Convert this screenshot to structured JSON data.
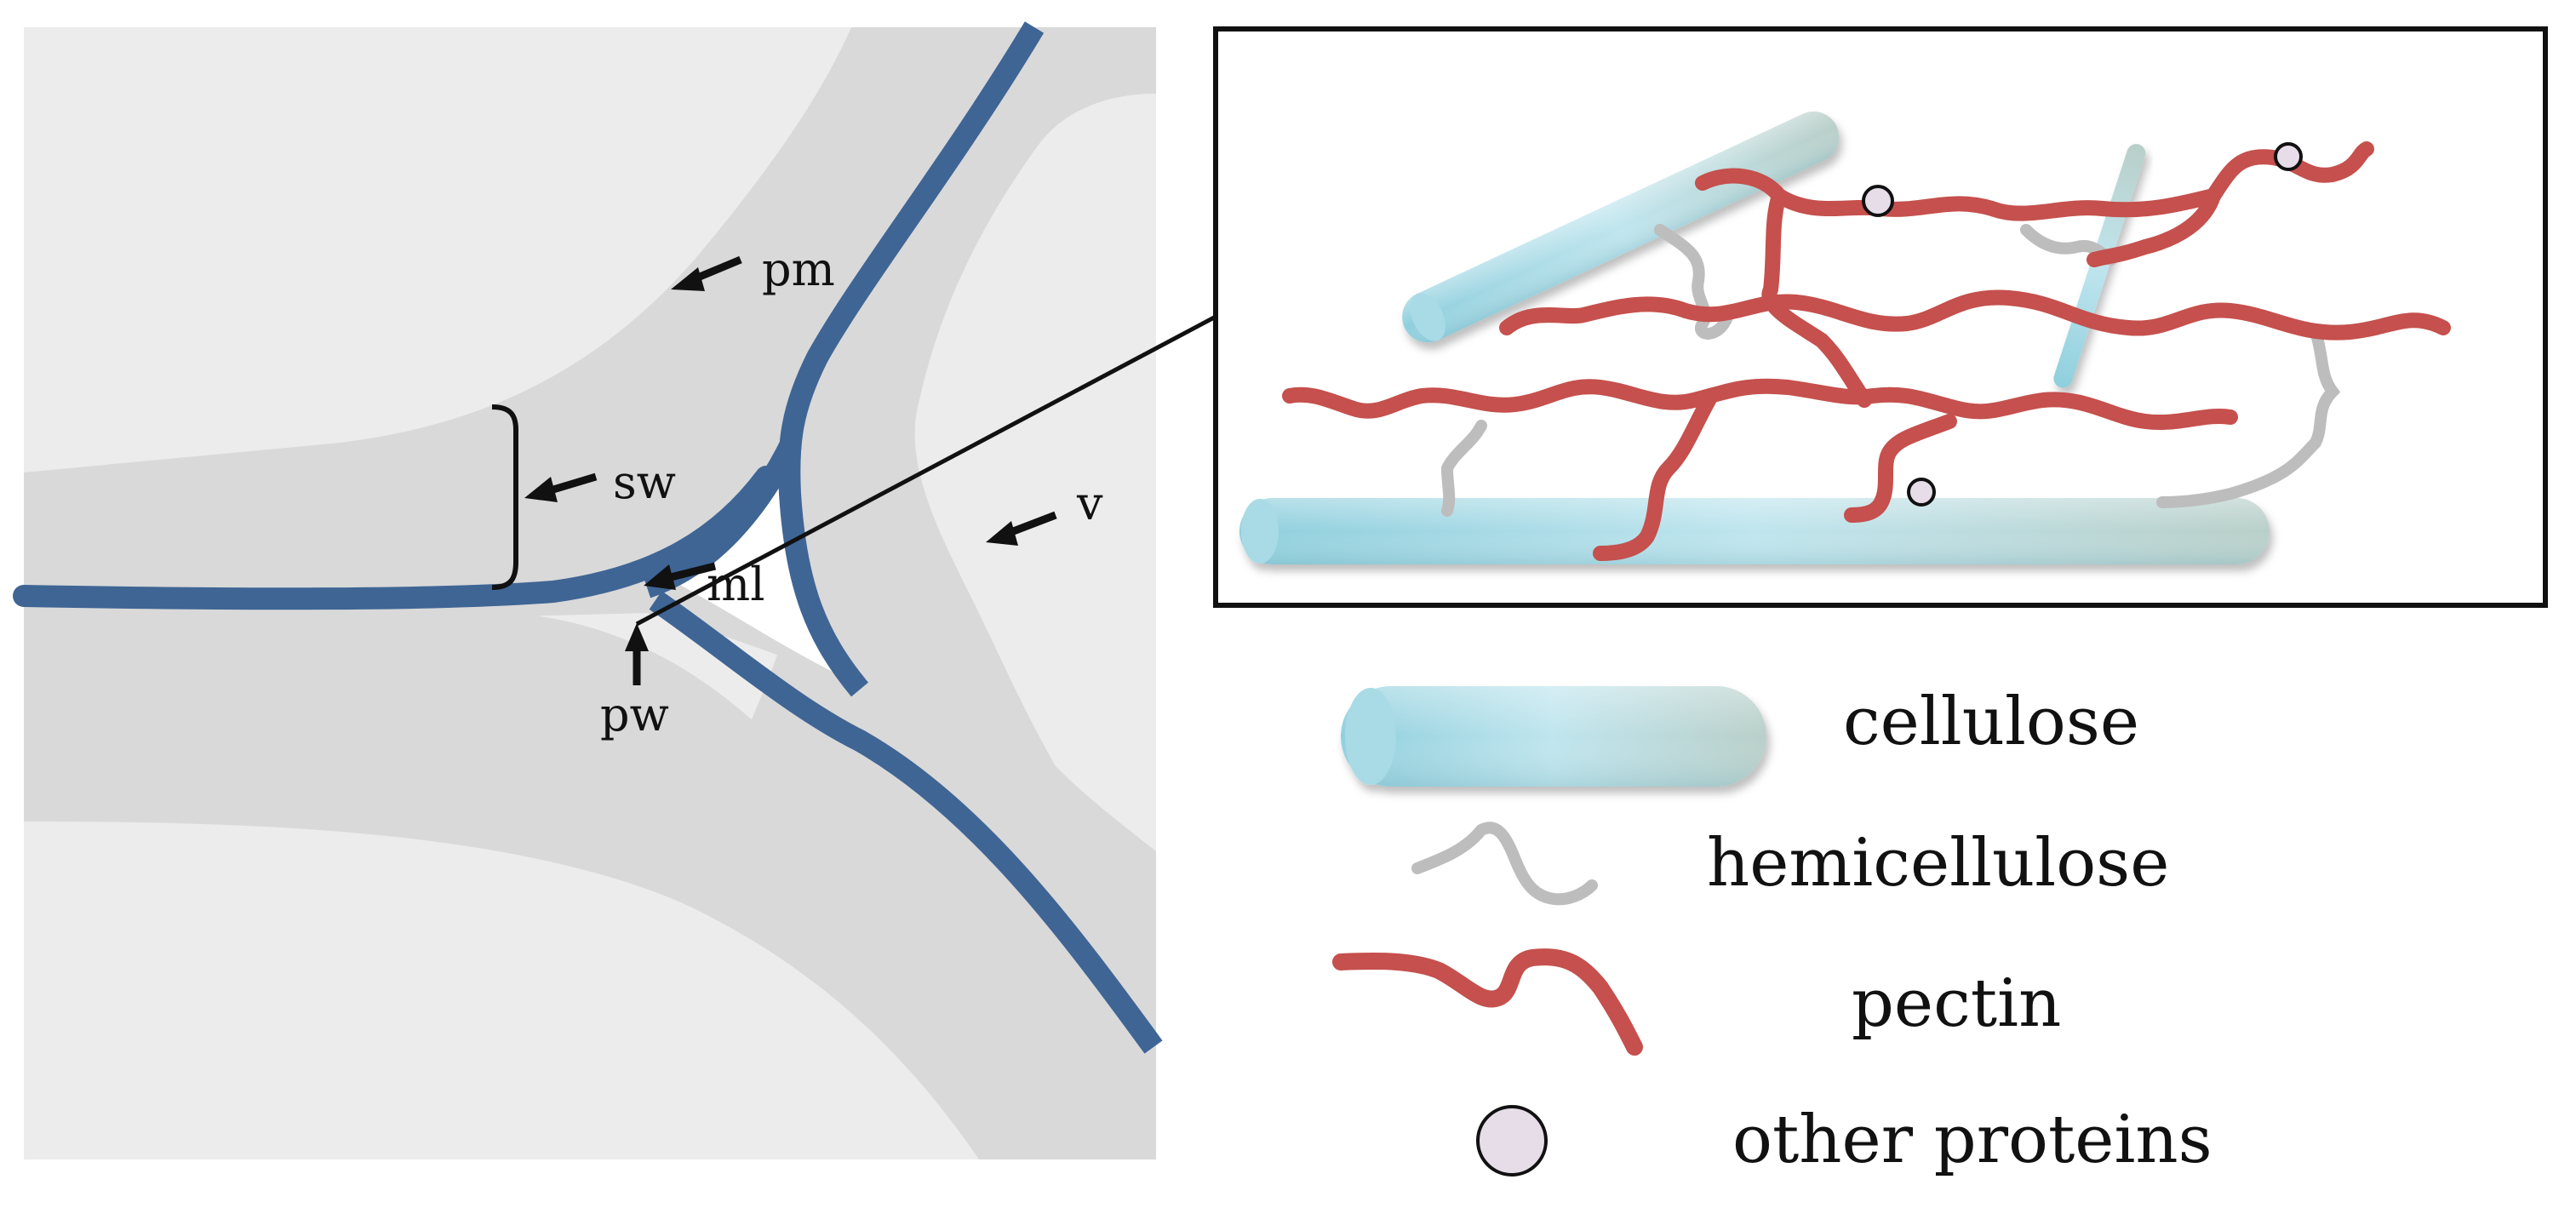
{
  "cell_diagram": {
    "labels": {
      "pm": "pm",
      "sw": "sw",
      "ml": "ml",
      "pw": "pw",
      "v": "v"
    }
  },
  "legend": {
    "cellulose": "cellulose",
    "hemicellulose": "hemicellulose",
    "pectin": "pectin",
    "other_proteins": "other proteins"
  },
  "colors": {
    "wall_blue": "#3f6595",
    "cytoplasm_grey": "#d9d9d9",
    "background_grey": "#ececec",
    "cellulose_light": "#bfe3ec",
    "cellulose_dark": "#7fc3d3",
    "hemicellulose": "#bdbdbd",
    "pectin": "#c5504d",
    "protein_fill": "#e6dde9"
  }
}
